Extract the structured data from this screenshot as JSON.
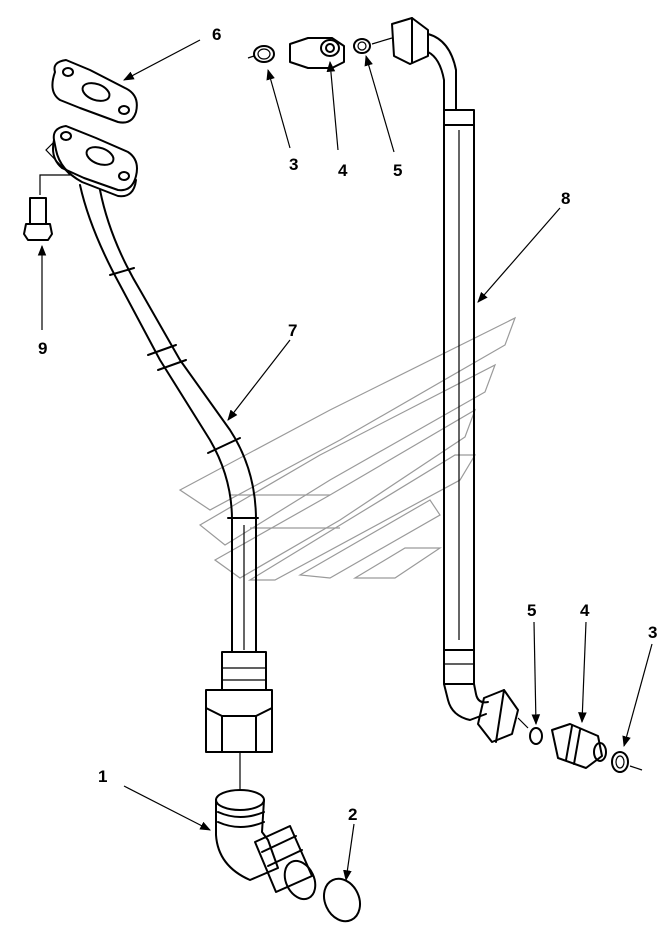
{
  "diagram": {
    "callouts": {
      "c1": "1",
      "c2": "2",
      "c3a": "3",
      "c4a": "4",
      "c5a": "5",
      "c6": "6",
      "c7": "7",
      "c8": "8",
      "c9": "9",
      "c5b": "5",
      "c4b": "4",
      "c3b": "3"
    }
  }
}
